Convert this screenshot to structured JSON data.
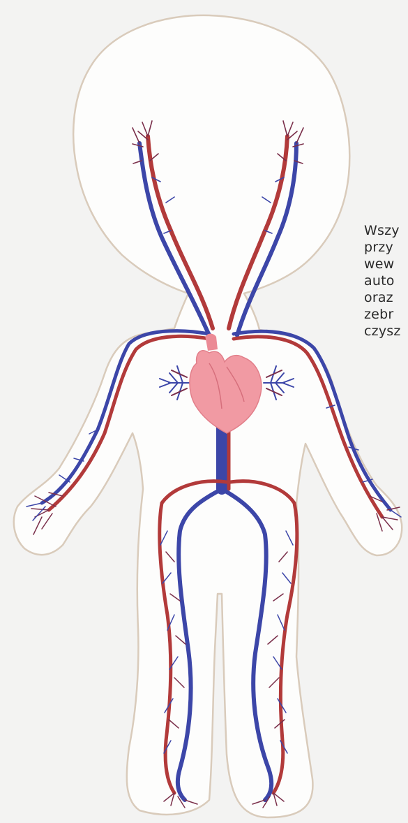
{
  "text": {
    "lines": [
      "Wszy",
      "przy",
      "wew",
      "auto",
      "oraz",
      "zebr",
      "czysz"
    ]
  },
  "colors": {
    "background": "#f3f3f2",
    "body_fill": "#fdfdfc",
    "body_outline": "#d9cbbb",
    "artery": "#b23a3a",
    "vein": "#3c46a8",
    "heart": "#f19aa3",
    "text": "#2a2a2a"
  }
}
